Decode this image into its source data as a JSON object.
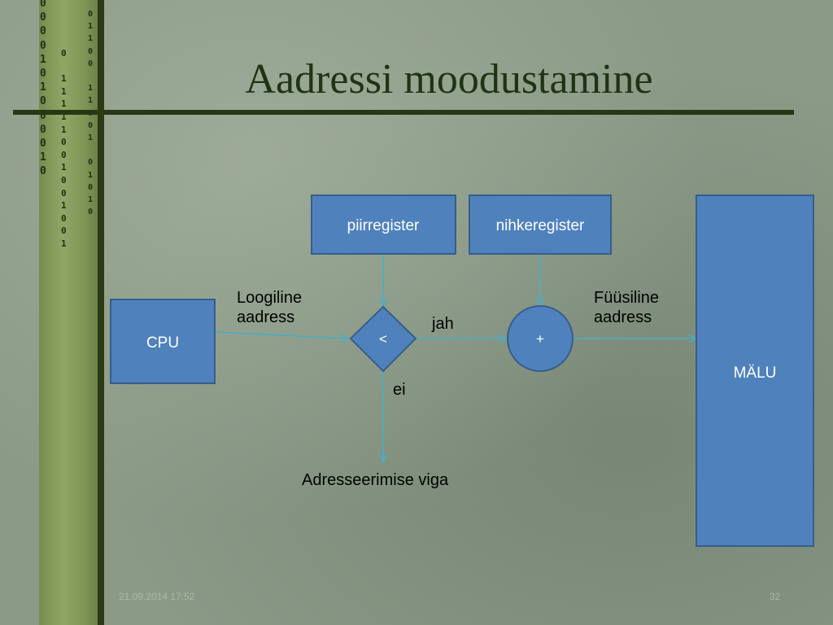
{
  "slide": {
    "title": "Aadressi moodustamine",
    "date": "21.09.2014 17:52",
    "page_number": "32"
  },
  "decoration": {
    "binary_column_1": [
      "0",
      "0",
      "0",
      "0",
      "1",
      "0",
      "1",
      "0",
      "0",
      "0",
      "0",
      "1",
      "0"
    ],
    "binary_column_2": [
      "0",
      "",
      "1",
      "1",
      "1",
      "1",
      "1",
      "0",
      "0",
      "1",
      "0",
      "0",
      "1",
      "0",
      "0",
      "1"
    ],
    "binary_column_3": [
      "0",
      "1",
      "1",
      "0",
      "0",
      "",
      "1",
      "1",
      "0",
      "0",
      "1",
      "",
      "0",
      "1",
      "0",
      "1",
      "0"
    ]
  },
  "diagram": {
    "nodes": {
      "cpu": "CPU",
      "piirregister": "piirregister",
      "nihkeregister": "nihkeregister",
      "compare": "<",
      "add": "+",
      "memory": "MÄLU"
    },
    "labels": {
      "logical_address": "Loogiline\naadress",
      "physical_address": "Füüsiline\naadress",
      "yes": "jah",
      "no": "ei",
      "error": "Adresseerimise viga"
    },
    "colors": {
      "box_fill": "#4f81bd",
      "box_stroke": "#385d8a",
      "arrow": "#4bacc6",
      "title": "#1e3414",
      "rule": "#263813"
    }
  }
}
